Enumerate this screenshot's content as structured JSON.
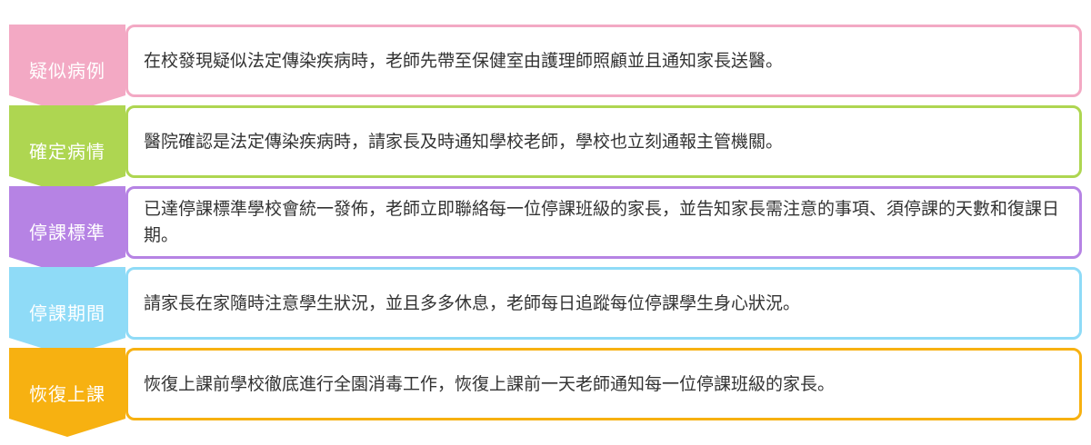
{
  "steps": [
    {
      "label": "疑似病例",
      "text": "在校發現疑似法定傳染疾病時，老師先帶至保健室由護理師照顧並且通知家長送醫。",
      "color": "#f3a9c4"
    },
    {
      "label": "確定病情",
      "text": "醫院確認是法定傳染疾病時，請家長及時通知學校老師，學校也立刻通報主管機關。",
      "color": "#aed651"
    },
    {
      "label": "停課標準",
      "text": "已達停課標準學校會統一發佈，老師立即聯絡每一位停課班級的家長，並告知家長需注意的事項、須停課的天數和復課日期。",
      "color": "#b683e4"
    },
    {
      "label": "停課期間",
      "text": "請家長在家隨時注意學生狀況，並且多多休息，老師每日追蹤每位停課學生身心狀況。",
      "color": "#8fdbf7"
    },
    {
      "label": "恢復上課",
      "text": "恢復上課前學校徹底進行全園消毒工作，恢復上課前一天老師通知每一位停課班級的家長。",
      "color": "#f7b111"
    }
  ]
}
